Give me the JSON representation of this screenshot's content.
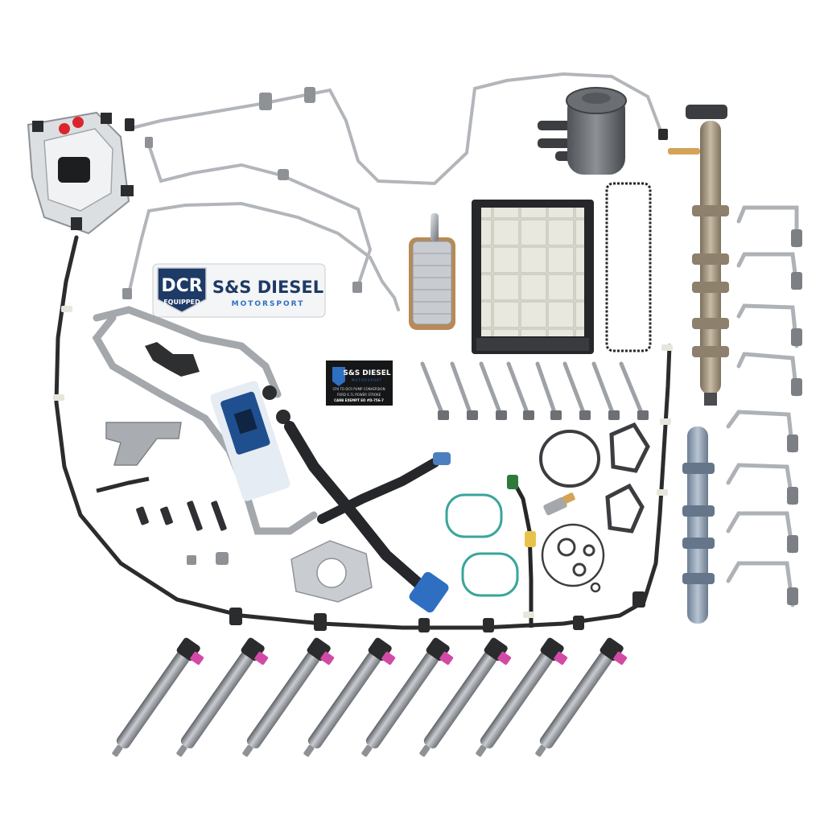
{
  "decal": {
    "badge_top": "DCR",
    "badge_bottom": "EQUIPPED",
    "brand": "S&S DIESEL",
    "sub": "MOTORSPORT"
  },
  "card": {
    "brand": "S&S DIESEL",
    "sub": "MOTORSPORT",
    "line1": "CP4 TO DCR PUMP CONVERSION",
    "line2": "FORD 6.7L POWER STROKE",
    "line3": "CARB EXEMPT EO #D-756-7"
  },
  "colors": {
    "steel": "#a7abb0",
    "dark_hose": "#2a2b2d",
    "navy": "#1e3a66",
    "blue_accent": "#2f6fc2",
    "rail_bronze": "#9e8f7a",
    "injector_pink": "#d24aa6",
    "gasket_teal": "#3aa59a"
  }
}
